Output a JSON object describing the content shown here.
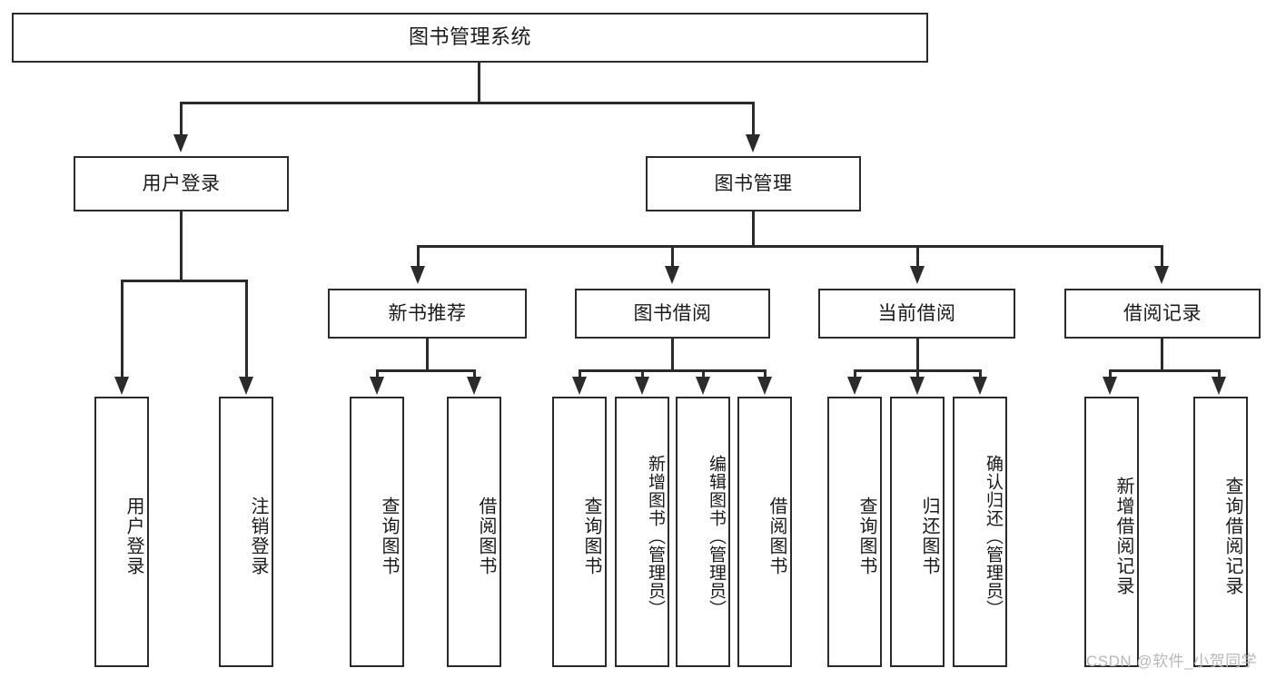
{
  "diagram": {
    "title_node": {
      "label": "图书管理系统"
    },
    "level1": [
      {
        "id": "user-login",
        "label": "用户登录"
      },
      {
        "id": "book-manage",
        "label": "图书管理"
      }
    ],
    "level2": [
      {
        "id": "new-book-recommend",
        "label": "新书推荐"
      },
      {
        "id": "book-borrow",
        "label": "图书借阅"
      },
      {
        "id": "current-borrow",
        "label": "当前借阅"
      },
      {
        "id": "borrow-record",
        "label": "借阅记录"
      }
    ],
    "leaves": {
      "user_login": [
        {
          "id": "leaf-user-login",
          "label": "用户登录"
        },
        {
          "id": "leaf-logout-login",
          "label": "注销登录"
        }
      ],
      "new_book_recommend": [
        {
          "id": "leaf-query-book-1",
          "label": "查询图书"
        },
        {
          "id": "leaf-borrow-book-1",
          "label": "借阅图书"
        }
      ],
      "book_borrow": [
        {
          "id": "leaf-query-book-2",
          "label": "查询图书"
        },
        {
          "id": "leaf-add-book",
          "label": "新增图书（管理员）"
        },
        {
          "id": "leaf-edit-book",
          "label": "编辑图书（管理员）"
        },
        {
          "id": "leaf-borrow-book-2",
          "label": "借阅图书"
        }
      ],
      "current_borrow": [
        {
          "id": "leaf-query-book-3",
          "label": "查询图书"
        },
        {
          "id": "leaf-return-book",
          "label": "归还图书"
        },
        {
          "id": "leaf-confirm-return",
          "label": "确认归还（管理员）"
        }
      ],
      "borrow_record": [
        {
          "id": "leaf-add-record",
          "label": "新增借阅记录"
        },
        {
          "id": "leaf-query-record",
          "label": "查询借阅记录"
        }
      ]
    }
  },
  "watermark": {
    "text": "CSDN @软件_小贺同学"
  },
  "colors": {
    "stroke": "#2b2b2b",
    "background": "#ffffff",
    "text": "#1a1a1a",
    "watermark": "#b8b8b8"
  }
}
